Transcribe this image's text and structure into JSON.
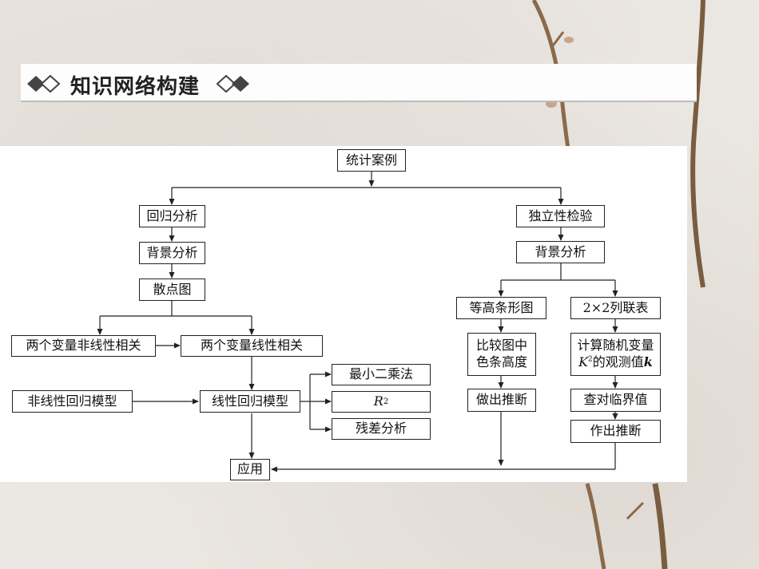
{
  "header": {
    "title": "知识网络构建",
    "left_icon": "double-diamond-icon",
    "right_icon": "double-diamond-icon"
  },
  "diagram": {
    "root": "统计案例",
    "regression": "回归分析",
    "reg_background": "背景分析",
    "scatter": "散点图",
    "nonlinear_related": "两个变量非线性相关",
    "linear_related": "两个变量线性相关",
    "nonlinear_model": "非线性回归模型",
    "linear_model": "线性回归模型",
    "least_squares": "最小二乘法",
    "r_squared_base": "R",
    "r_squared_sup": "2",
    "residual": "残差分析",
    "application": "应用",
    "independence": "独立性检验",
    "ind_background": "背景分析",
    "bar_chart": "等高条形图",
    "contingency": "2×2列联表",
    "compare_line1": "比较图中",
    "compare_line2": "色条高度",
    "infer_left": "做出推断",
    "compute_line1": "计算随机变量",
    "compute_k": "K",
    "compute_sup": "2",
    "compute_rest": "的观测值",
    "compute_kval": "k",
    "critical": "查对临界值",
    "infer_right": "作出推断"
  },
  "colors": {
    "line": "#222222",
    "panel": "#ffffff",
    "header_border": "#bdbdbd",
    "branch": "#8a6a4a"
  }
}
